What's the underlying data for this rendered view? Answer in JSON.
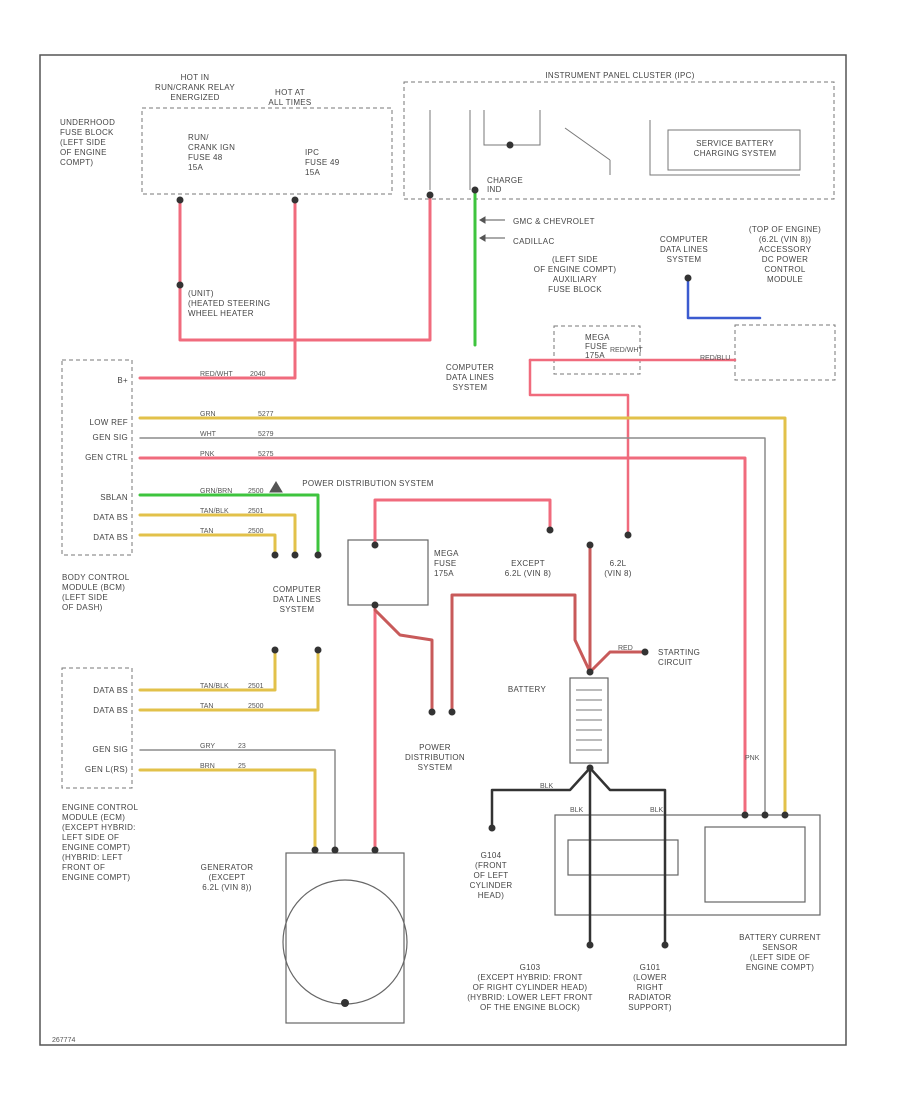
{
  "colors": {
    "red": "#f06b7d",
    "darkred": "#c85a5a",
    "green": "#3ec43e",
    "yellow": "#e2c14a",
    "blue": "#3b5bd0",
    "gray": "#8c8c8c",
    "black": "#333333"
  },
  "labels": {
    "hot_run_crank": [
      "HOT IN",
      "RUN/CRANK RELAY",
      "ENERGIZED"
    ],
    "hot_at_all_times": [
      "HOT AT",
      "ALL TIMES"
    ],
    "underhood_fuse_block": [
      "UNDERHOOD",
      "FUSE BLOCK",
      "(LEFT SIDE",
      "OF ENGINE",
      "COMPT)"
    ],
    "fuse_run_crank": [
      "RUN/",
      "CRANK IGN",
      "FUSE 48",
      "15A"
    ],
    "fuse_ipc": [
      "IPC",
      "FUSE 49",
      "15A"
    ],
    "ipc": "INSTRUMENT PANEL CLUSTER (IPC)",
    "service_battery": [
      "SERVICE BATTERY",
      "CHARGING SYSTEM"
    ],
    "charge": [
      "CHARGE",
      "IND"
    ],
    "gmc_chevrolet": "GMC & CHEVROLET",
    "cadillac": "CADILLAC",
    "steering_heater": [
      "(UNIT)",
      "(HEATED STEERING",
      "WHEEL HEATER"
    ],
    "computer_data_lines_1": [
      "COMPUTER",
      "DATA LINES",
      "SYSTEM"
    ],
    "computer_data_lines_2": [
      "COMPUTER",
      "DATA LINES",
      "SYSTEM"
    ],
    "computer_data_lines_3": [
      "COMPUTER",
      "DATA LINES",
      "SYSTEM"
    ],
    "aux_fuse_block": [
      "(LEFT SIDE",
      "OF ENGINE COMPT)",
      "AUXILIARY",
      "FUSE BLOCK"
    ],
    "mega_fuse_small": [
      "MEGA",
      "FUSE",
      "175A"
    ],
    "accessory_module": [
      "(TOP OF ENGINE)",
      "(6.2L (VIN 8))",
      "ACCESSORY",
      "DC POWER",
      "CONTROL",
      "MODULE"
    ],
    "bcm_pins": [
      "B+",
      "LOW REF",
      "GEN SIG",
      "GEN CTRL",
      "SBLAN",
      "DATA BS",
      "DATA BS"
    ],
    "bcm": [
      "BODY CONTROL",
      "MODULE (BCM)",
      "(LEFT SIDE",
      "OF DASH)"
    ],
    "power_distribution_top": "POWER DISTRIBUTION SYSTEM",
    "mega_fuse_big": [
      "MEGA",
      "FUSE",
      "175A"
    ],
    "except_62": [
      "EXCEPT",
      "6.2L (VIN 8)"
    ],
    "l62": [
      "6.2L",
      "(VIN 8)"
    ],
    "starting_circuit": [
      "STARTING",
      "CIRCUIT"
    ],
    "battery": "BATTERY",
    "power_distribution_bottom": [
      "POWER",
      "DISTRIBUTION",
      "SYSTEM"
    ],
    "ecm_pins": [
      "DATA BS",
      "DATA BS",
      "GEN SIG",
      "GEN L(RS)"
    ],
    "ecm": [
      "ENGINE CONTROL",
      "MODULE (ECM)",
      "(EXCEPT HYBRID:",
      "LEFT SIDE OF",
      "ENGINE COMPT)",
      "(HYBRID: LEFT",
      "FRONT OF",
      "ENGINE COMPT)"
    ],
    "generator": [
      "GENERATOR",
      "(EXCEPT",
      "6.2L (VIN 8))"
    ],
    "g104": [
      "G104",
      "(FRONT",
      "OF LEFT",
      "CYLINDER",
      "HEAD)"
    ],
    "g103": [
      "G103",
      "(EXCEPT HYBRID: FRONT",
      "OF RIGHT CYLINDER HEAD)",
      "(HYBRID: LOWER LEFT FRONT",
      "OF THE ENGINE BLOCK)"
    ],
    "g101": [
      "G101",
      "(LOWER",
      "RIGHT",
      "RADIATOR",
      "SUPPORT)"
    ],
    "battery_current_sensor": [
      "BATTERY CURRENT",
      "SENSOR",
      "(LEFT SIDE OF",
      "ENGINE COMPT)"
    ],
    "wire_codes": [
      "RED/WHT",
      "2040",
      "GRN",
      "5277",
      "WHT",
      "5279",
      "PNK",
      "5275",
      "GRN/BRN",
      "2500",
      "TAN/BLK",
      "2501",
      "TAN",
      "2500",
      "TAN/BLK",
      "2501",
      "TAN",
      "2500",
      "GRY",
      "23",
      "BRN",
      "25",
      "BLK",
      "BLK",
      "BLK",
      "RED/BLU",
      "RED/WHT",
      "PNK",
      "RED"
    ],
    "footer": "267774"
  }
}
